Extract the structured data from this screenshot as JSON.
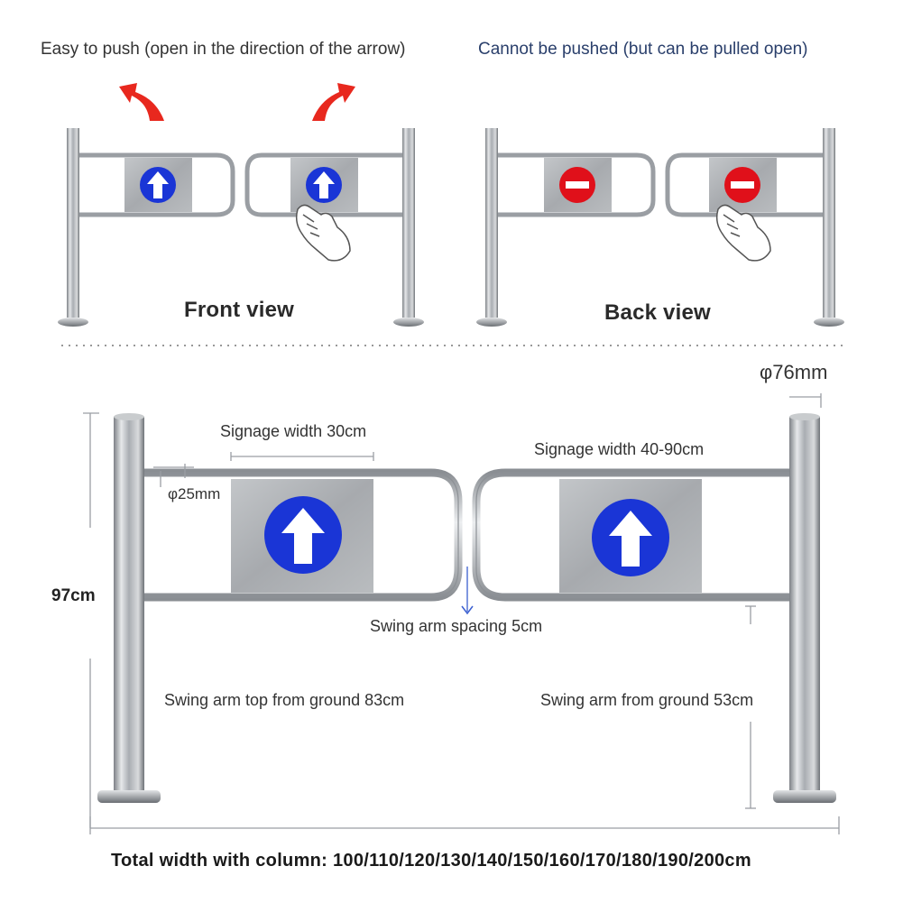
{
  "captions": {
    "push": "Easy to push (open in the direction of the arrow)",
    "pull": "Cannot be pushed (but can be pulled open)"
  },
  "views": {
    "front": "Front view",
    "back": "Back view"
  },
  "dimensions": {
    "column_diameter": "φ76mm",
    "signage_small": "Signage width 30cm",
    "signage_large": "Signage width 40-90cm",
    "tube_diameter": "φ25mm",
    "height": "97cm",
    "arm_spacing": "Swing arm spacing 5cm",
    "arm_top": "Swing arm top from ground 83cm",
    "arm_bottom": "Swing arm from ground 53cm",
    "total_width": "Total width with column: 100/110/120/130/140/150/160/170/180/190/200cm"
  },
  "colors": {
    "arrow_sign": "#1a35d6",
    "no_entry_sign": "#e0101a",
    "push_arrow": "#e8281e",
    "steel": "#b8bcc0"
  },
  "icons": [
    "up-arrow-sign-icon",
    "no-entry-sign-icon",
    "hand-icon",
    "curved-arrow-icon"
  ]
}
